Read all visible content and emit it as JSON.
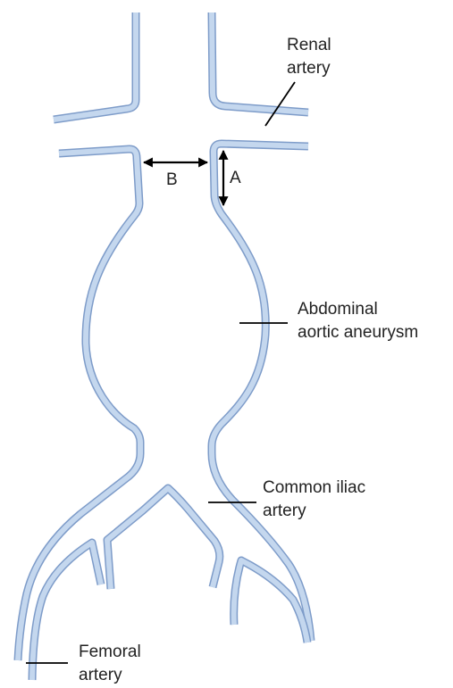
{
  "labels": {
    "renal_artery": [
      "Renal",
      "artery"
    ],
    "aneurysm": [
      "Abdominal",
      "aortic aneurysm"
    ],
    "common_iliac": [
      "Common iliac",
      "artery"
    ],
    "femoral": [
      "Femoral",
      "artery"
    ],
    "measure_a": "A",
    "measure_b": "B"
  },
  "colors": {
    "vessel_outline": "#7e9cc9",
    "vessel_fill": "#c4d7ee",
    "text": "#222222",
    "lines": "#000000"
  }
}
